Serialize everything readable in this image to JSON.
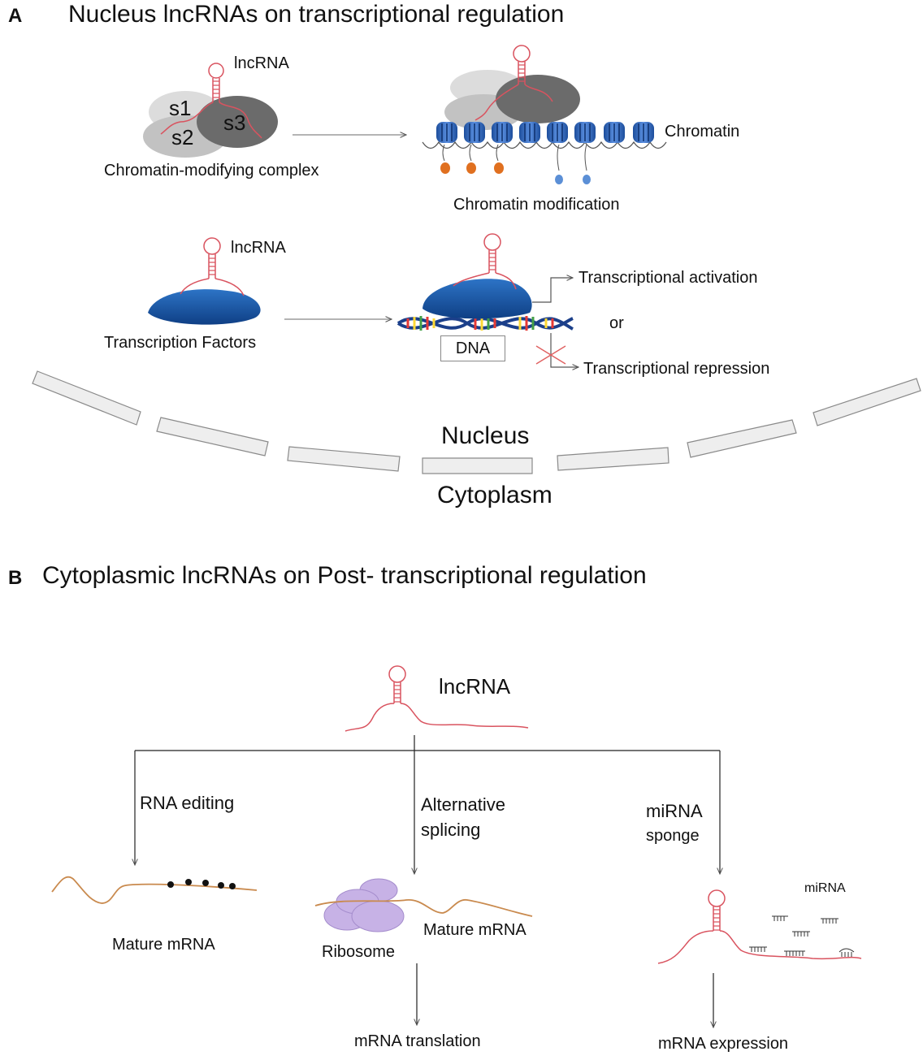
{
  "panel_a": {
    "letter": "A",
    "title": "Nucleus lncRNAs on transcriptional regulation",
    "complex": {
      "lncrna_label": "lncRNA",
      "subunits": [
        "s1",
        "s2",
        "s3"
      ],
      "caption": "Chromatin-modifying complex"
    },
    "chromatin_label": "Chromatin",
    "chromatin_caption": "Chromatin modification",
    "tf": {
      "lncrna_label": "lncRNA",
      "caption": "Transcription Factors"
    },
    "dna_label": "DNA",
    "activation_label": "Transcriptional activation",
    "or_label": "or",
    "repression_label": "Transcriptional repression",
    "nucleus_label": "Nucleus",
    "cytoplasm_label": "Cytoplasm"
  },
  "panel_b": {
    "letter": "B",
    "title": "Cytoplasmic lncRNAs on Post- transcriptional regulation",
    "lncrna_label": "lncRNA",
    "branches": {
      "editing": "RNA editing",
      "splicing_line1": "Alternative",
      "splicing_line2": "splicing",
      "sponge_line1": "miRNA",
      "sponge_line2": "sponge"
    },
    "mature_mrna_left": "Mature mRNA",
    "ribosome_label": "Ribosome",
    "mature_mrna_mid": "Mature mRNA",
    "mirna_label": "miRNA",
    "translation_label": "mRNA translation",
    "expression_label": "mRNA expression"
  },
  "colors": {
    "rna_red": "#d9535f",
    "mrna_orange": "#c98a4e",
    "tf_blue": "#1f5fa8",
    "nucleosome_blue": "#2f6fc4",
    "membrane_fill": "#eeeeee",
    "ribosome_purple": "#c7b2e6",
    "histone_orange": "#e07020",
    "histone_blue": "#5b8fd6"
  }
}
